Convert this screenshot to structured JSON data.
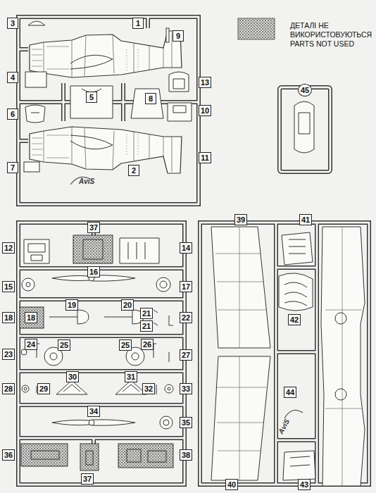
{
  "diagram": {
    "nodes": [
      {
        "text": [
          "1"
        ]
      },
      {
        "text": [
          "3"
        ]
      },
      {
        "text": [
          "9"
        ]
      },
      {
        "text": [
          "4"
        ]
      },
      {
        "text": [
          "5"
        ]
      },
      {
        "text": [
          "8"
        ]
      },
      {
        "text": [
          "13"
        ]
      },
      {
        "text": [
          "6"
        ]
      },
      {
        "text": [
          "10"
        ]
      },
      {
        "text": [
          "7"
        ]
      },
      {
        "text": [
          "2"
        ]
      },
      {
        "text": [
          "11"
        ]
      },
      {
        "text": [
          "45"
        ]
      },
      {
        "text": [
          "12"
        ]
      },
      {
        "text": [
          "37"
        ]
      },
      {
        "text": [
          "14"
        ]
      },
      {
        "text": [
          "15"
        ]
      },
      {
        "text": [
          "16"
        ]
      },
      {
        "text": [
          "17"
        ]
      },
      {
        "text": [
          "18"
        ]
      },
      {
        "text": [
          "18"
        ]
      },
      {
        "text": [
          "19"
        ]
      },
      {
        "text": [
          "20"
        ]
      },
      {
        "text": [
          "21"
        ]
      },
      {
        "text": [
          "22"
        ]
      },
      {
        "text": [
          "21"
        ]
      },
      {
        "text": [
          "23"
        ]
      },
      {
        "text": [
          "24"
        ]
      },
      {
        "text": [
          "25"
        ]
      },
      {
        "text": [
          "25"
        ]
      },
      {
        "text": [
          "26"
        ]
      },
      {
        "text": [
          "27"
        ]
      },
      {
        "text": [
          "28"
        ]
      },
      {
        "text": [
          "29"
        ]
      },
      {
        "text": [
          "30"
        ]
      },
      {
        "text": [
          "31"
        ]
      },
      {
        "text": [
          "32"
        ]
      },
      {
        "text": [
          "33"
        ]
      },
      {
        "text": [
          "34"
        ]
      },
      {
        "text": [
          "35"
        ]
      },
      {
        "text": [
          "36"
        ]
      },
      {
        "text": [
          "37"
        ]
      },
      {
        "text": [
          "38"
        ]
      },
      {
        "text": [
          "39"
        ]
      },
      {
        "text": [
          "41"
        ]
      },
      {
        "text": [
          "42"
        ]
      },
      {
        "text": [
          "44"
        ]
      },
      {
        "text": [
          "40"
        ]
      },
      {
        "text": [
          "43"
        ]
      }
    ],
    "labels": [
      "AviS",
      "AviS"
    ],
    "legend": [
      {
        "text": "ДЕТАЛІ НЕ ВИКОРИСТОВУЮТЬСЯ PARTS NOT USED"
      }
    ]
  }
}
